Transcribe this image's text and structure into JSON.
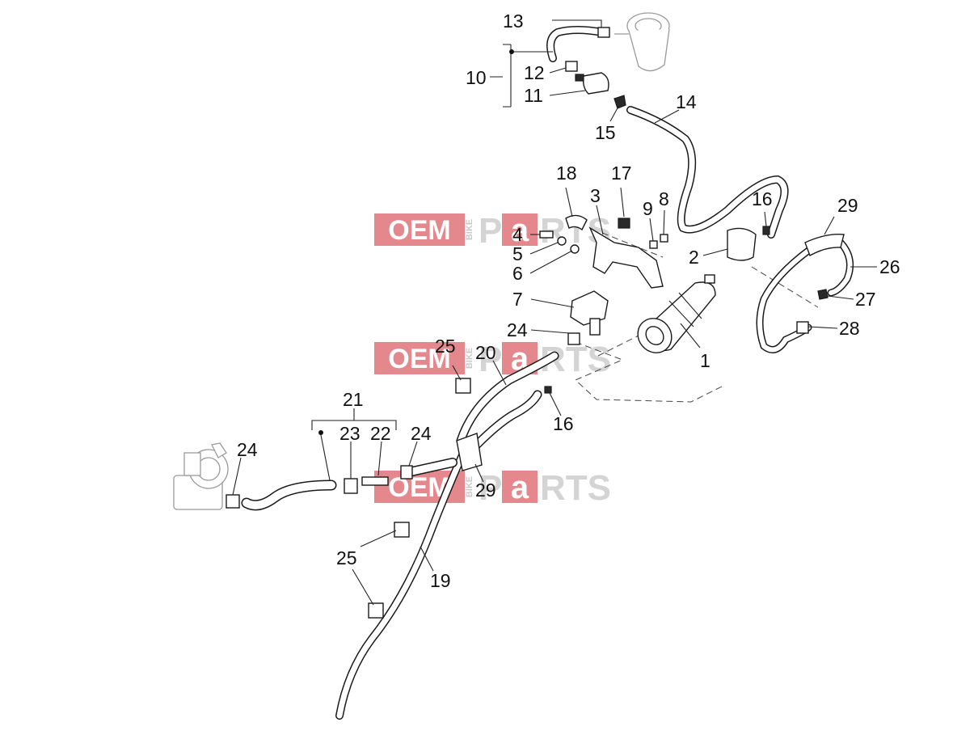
{
  "watermark": {
    "oem": "OEM",
    "bike": "BIKE",
    "pa": "P",
    "a": "a",
    "rts": "RTS"
  },
  "callouts": {
    "n1": "1",
    "n2": "2",
    "n3": "3",
    "n4": "4",
    "n5": "5",
    "n6": "6",
    "n7": "7",
    "n8": "8",
    "n9": "9",
    "n10": "10",
    "n11": "11",
    "n12": "12",
    "n13": "13",
    "n14": "14",
    "n15": "15",
    "n16a": "16",
    "n16b": "16",
    "n17": "17",
    "n18": "18",
    "n19": "19",
    "n20": "20",
    "n21": "21",
    "n22": "22",
    "n23": "23",
    "n24a": "24",
    "n24b": "24",
    "n24c": "24",
    "n25a": "25",
    "n25b": "25",
    "n26": "26",
    "n27": "27",
    "n28": "28",
    "n29a": "29",
    "n29b": "29"
  },
  "colors": {
    "watermark_red": "#e4888d",
    "watermark_grey": "#d4d4d4",
    "line": "#1a1a1a"
  }
}
